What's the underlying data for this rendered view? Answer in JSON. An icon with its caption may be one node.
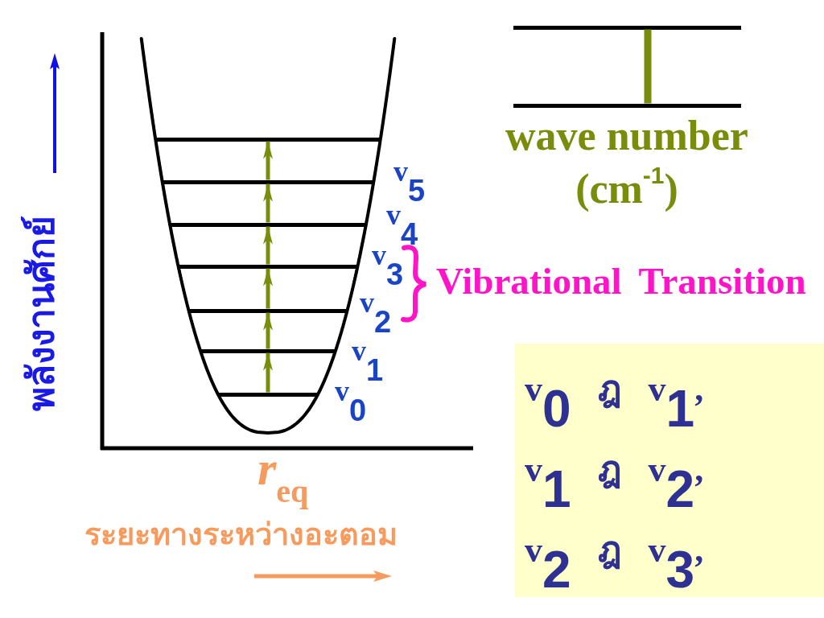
{
  "diagram": {
    "nodes": [
      {
        "text": [],
        "shape": "line"
      },
      {
        "text": [],
        "shape": "line",
        "beside": [
          "v$_{5}$"
        ]
      },
      {
        "text": [],
        "shape": "line",
        "beside": [
          "v$_{4}$"
        ]
      },
      {
        "text": [],
        "shape": "line",
        "beside": [
          "v$_{3}$"
        ]
      },
      {
        "text": [],
        "shape": "line",
        "beside": [
          "v$_{2}$"
        ]
      },
      {
        "text": [],
        "shape": "line",
        "beside": [
          "v$_{1}$"
        ]
      },
      {
        "text": [],
        "shape": "line",
        "beside": [
          "v$_{0}$"
        ]
      },
      {
        "text": [],
        "shape": "line"
      },
      {
        "text": [],
        "shape": "line"
      },
      {
        "text": [
          "v$_{0}$ ฎ v$_{1}$,",
          "v$_{1}$ ฎ v$_{2}$,",
          "v$_{2}$ ฎ v$_{3}$,"
        ]
      }
    ],
    "edges": [
      {
        "from": 6,
        "to": 5,
        "arrow": "to"
      },
      {
        "from": 5,
        "to": 4,
        "arrow": "to"
      },
      {
        "from": 4,
        "to": 3,
        "arrow": "to"
      },
      {
        "from": 3,
        "to": 2,
        "arrow": "to"
      },
      {
        "from": 2,
        "to": 1,
        "arrow": "to"
      },
      {
        "from": 1,
        "to": 0,
        "arrow": "to"
      },
      {
        "from": 8,
        "to": 7,
        "arrow": "none",
        "style": "thick"
      }
    ],
    "labels": [
      "wave number (cm$^{-1}$)",
      "Vibrational Transition",
      "พลังงานศักย์",
      "*r*$_{eq}$",
      "ระยะทางระหว่างอะตอม"
    ]
  }
}
